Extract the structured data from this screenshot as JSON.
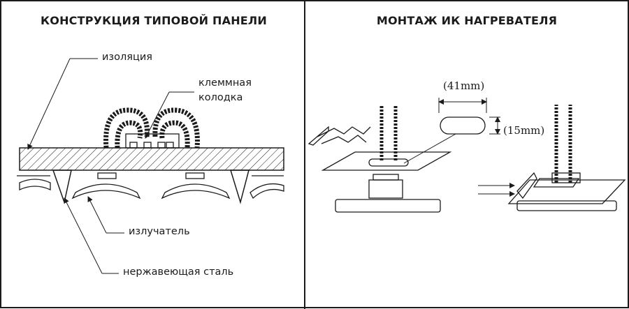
{
  "left_panel": {
    "title": "КОНСТРУКЦИЯ ТИПОВОЙ ПАНЕЛИ",
    "labels": {
      "insulation": "изоляция",
      "terminal_block_line1": "клеммная",
      "terminal_block_line2": "колодка",
      "emitter": "излучатель",
      "stainless_steel": "нержавеющая сталь"
    }
  },
  "right_panel": {
    "title": "МОНТАЖ ИК НАГРЕВАТЕЛЯ",
    "dimensions": {
      "width": "(41mm)",
      "height": "(15mm)"
    }
  },
  "colors": {
    "line": "#1b1b1b",
    "background": "#ffffff"
  }
}
